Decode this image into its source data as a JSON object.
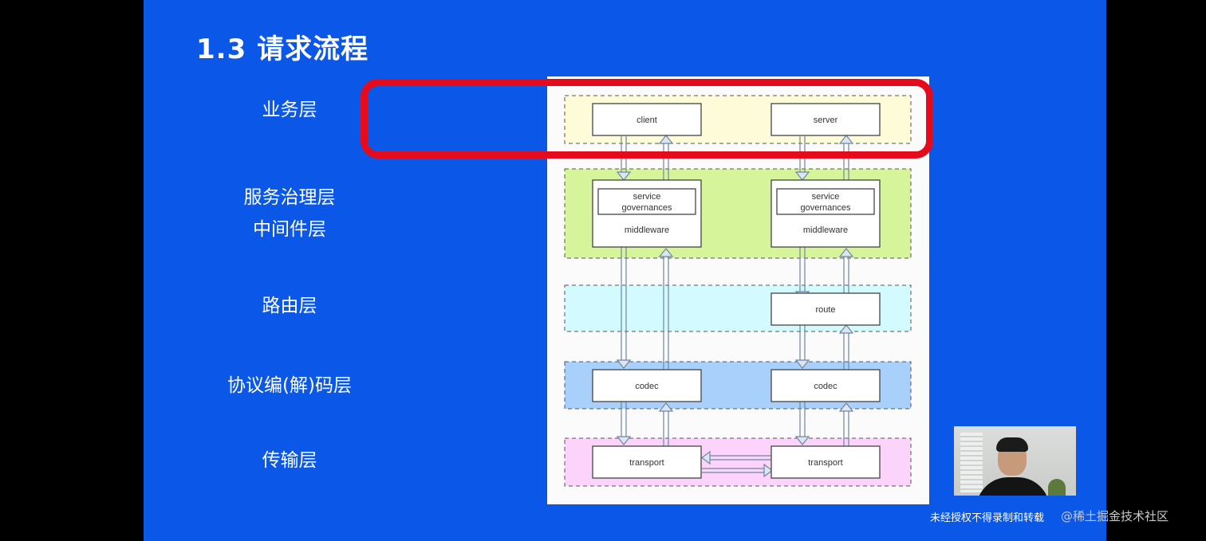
{
  "slide": {
    "title": "1.3 请求流程"
  },
  "layers": [
    {
      "id": "business",
      "lines": [
        "业务层"
      ]
    },
    {
      "id": "governance",
      "lines": [
        "服务治理层",
        "中间件层"
      ]
    },
    {
      "id": "routing",
      "lines": [
        "路由层"
      ]
    },
    {
      "id": "codec",
      "lines": [
        "协议编(解)码层"
      ]
    },
    {
      "id": "transport",
      "lines": [
        "传输层"
      ]
    }
  ],
  "diagram": {
    "client": "client",
    "server": "server",
    "service_governances": "service governances",
    "middleware": "middleware",
    "route": "route",
    "codec": "codec",
    "transport": "transport"
  },
  "colors": {
    "slide_bg": "#0a57e8",
    "highlight": "#e50b1c",
    "business_fill": "#fdfbd8",
    "governance_fill": "#d6f59a",
    "routing_fill": "#d3fbff",
    "codec_fill": "#a9d0fb",
    "transport_fill": "#fbd3fb"
  },
  "watermark": {
    "notice": "未经授权不得录制和转载",
    "source": "@稀土掘金技术社区"
  }
}
